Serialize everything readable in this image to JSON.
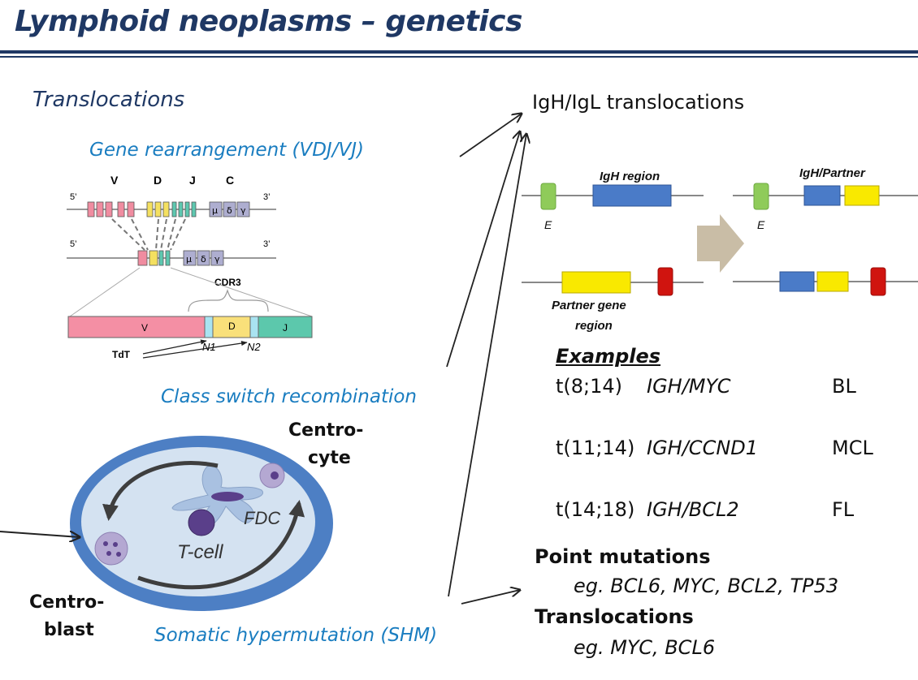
{
  "slide": {
    "title": "Lymphoid neoplasms – genetics"
  },
  "left": {
    "heading": "Translocations",
    "gene_rearrangement": "Gene rearrangement (VDJ/VJ)",
    "class_switch": "Class switch recombination",
    "shm": "Somatic hypermutation (SHM)",
    "vdj": {
      "seg_v": "V",
      "seg_d": "D",
      "seg_j": "J",
      "seg_c": "C",
      "five_prime": "5’",
      "three_prime": "3’",
      "const_mu": "μ",
      "const_delta": "δ",
      "const_gamma": "γ",
      "cdr3": "CDR3",
      "box_v": "V",
      "box_d": "D",
      "box_j": "J",
      "tdt": "TdT",
      "n1": "N1",
      "n2": "N2"
    },
    "germinal": {
      "centrocyte_line1": "Centro-",
      "centrocyte_line2": "cyte",
      "centroblast_line1": "Centro-",
      "centroblast_line2": "blast",
      "fdc": "FDC",
      "tcell": "T-cell"
    }
  },
  "right": {
    "heading": "IgH/IgL translocations",
    "igh_region": "IgH region",
    "igh_partner": "IgH/Partner",
    "enhancer": "E",
    "partner_line1": "Partner gene",
    "partner_line2": "region",
    "examples_heading": "Examples",
    "examples": [
      {
        "translocation": "t(8;14)",
        "genes": "IGH/MYC",
        "disease": "BL"
      },
      {
        "translocation": "t(11;14)",
        "genes": "IGH/CCND1",
        "disease": "MCL"
      },
      {
        "translocation": "t(14;18)",
        "genes": "IGH/BCL2",
        "disease": "FL"
      }
    ],
    "point_mutations_heading": "Point mutations",
    "point_mutations_eg": "eg. BCL6, MYC, BCL2, TP53",
    "translocations_heading": "Translocations",
    "translocations_eg": "eg. MYC, BCL6"
  },
  "colors": {
    "title_navy": "#1f3864",
    "accent_blue": "#1a7dc0",
    "igh_blue": "#4a7bc8",
    "partner_yellow": "#f9e900",
    "enhancer_green": "#8fcb5a",
    "marker_red": "#d0140f"
  }
}
